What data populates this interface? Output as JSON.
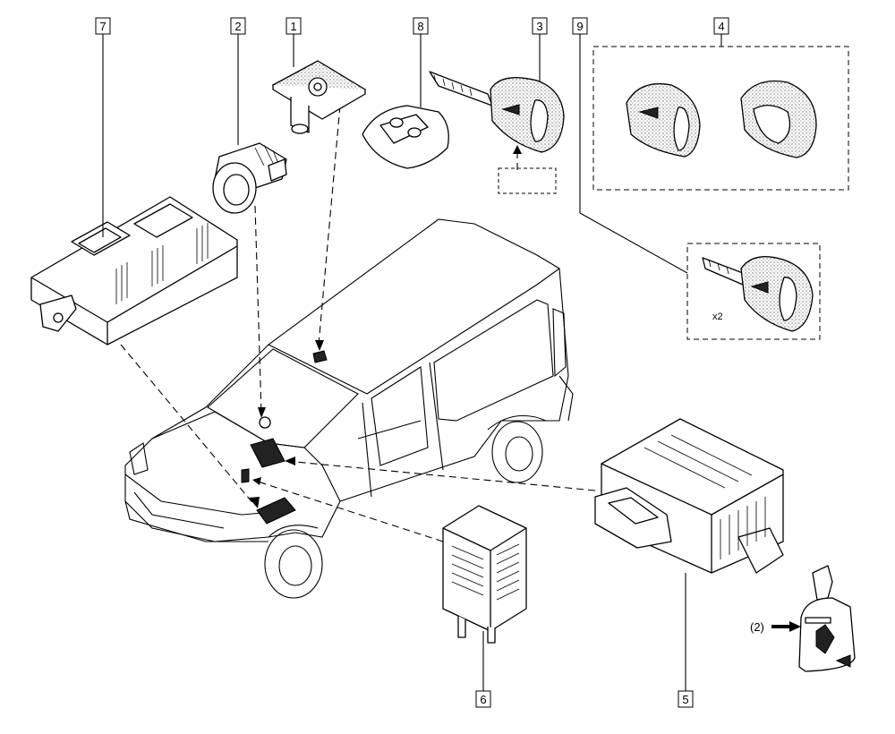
{
  "callouts": {
    "c1": "1",
    "c2": "2",
    "c3": "3",
    "c4": "4",
    "c5": "5",
    "c6": "6",
    "c7": "7",
    "c8": "8",
    "c9": "9"
  },
  "notes": {
    "keys_quantity": "x2",
    "key_reference": "(2)"
  }
}
